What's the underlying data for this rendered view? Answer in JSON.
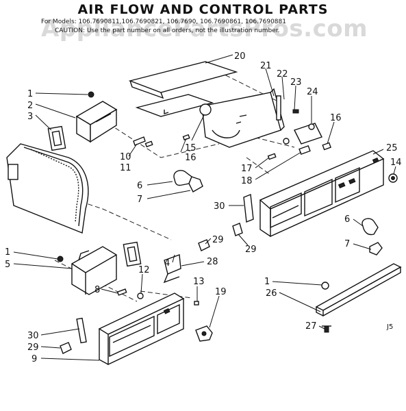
{
  "title": "AIR FLOW AND CONTROL PARTS",
  "models_line": "For Models: 106.7690811,106.7690821, 106.7690, 106.7690861, 106.7690881",
  "caution_line": "CAUTION: Use the part number on all orders, not the illustration number.",
  "watermark": "AppliancePartsPros.com",
  "diagram_code": "J5",
  "callouts": {
    "c1a": "1",
    "c2": "2",
    "c3": "3",
    "c20": "20",
    "c21": "21",
    "c22": "22",
    "c23": "23",
    "c24": "24",
    "c16a": "16",
    "c25": "25",
    "c14": "14",
    "c10": "10",
    "c11": "11",
    "c15": "15",
    "c16b": "16",
    "c17": "17",
    "c18": "18",
    "c6a": "6",
    "c7a": "7",
    "c30a": "30",
    "c29a": "29",
    "c29b": "29",
    "c6b": "6",
    "c7b": "7",
    "c1b": "1",
    "c5": "5",
    "c4": "4",
    "c28": "28",
    "c12": "12",
    "c8": "8",
    "c13": "13",
    "c19": "19",
    "c1c": "1",
    "c26": "26",
    "c27": "27",
    "c30b": "30",
    "c29c": "29",
    "c9": "9"
  }
}
